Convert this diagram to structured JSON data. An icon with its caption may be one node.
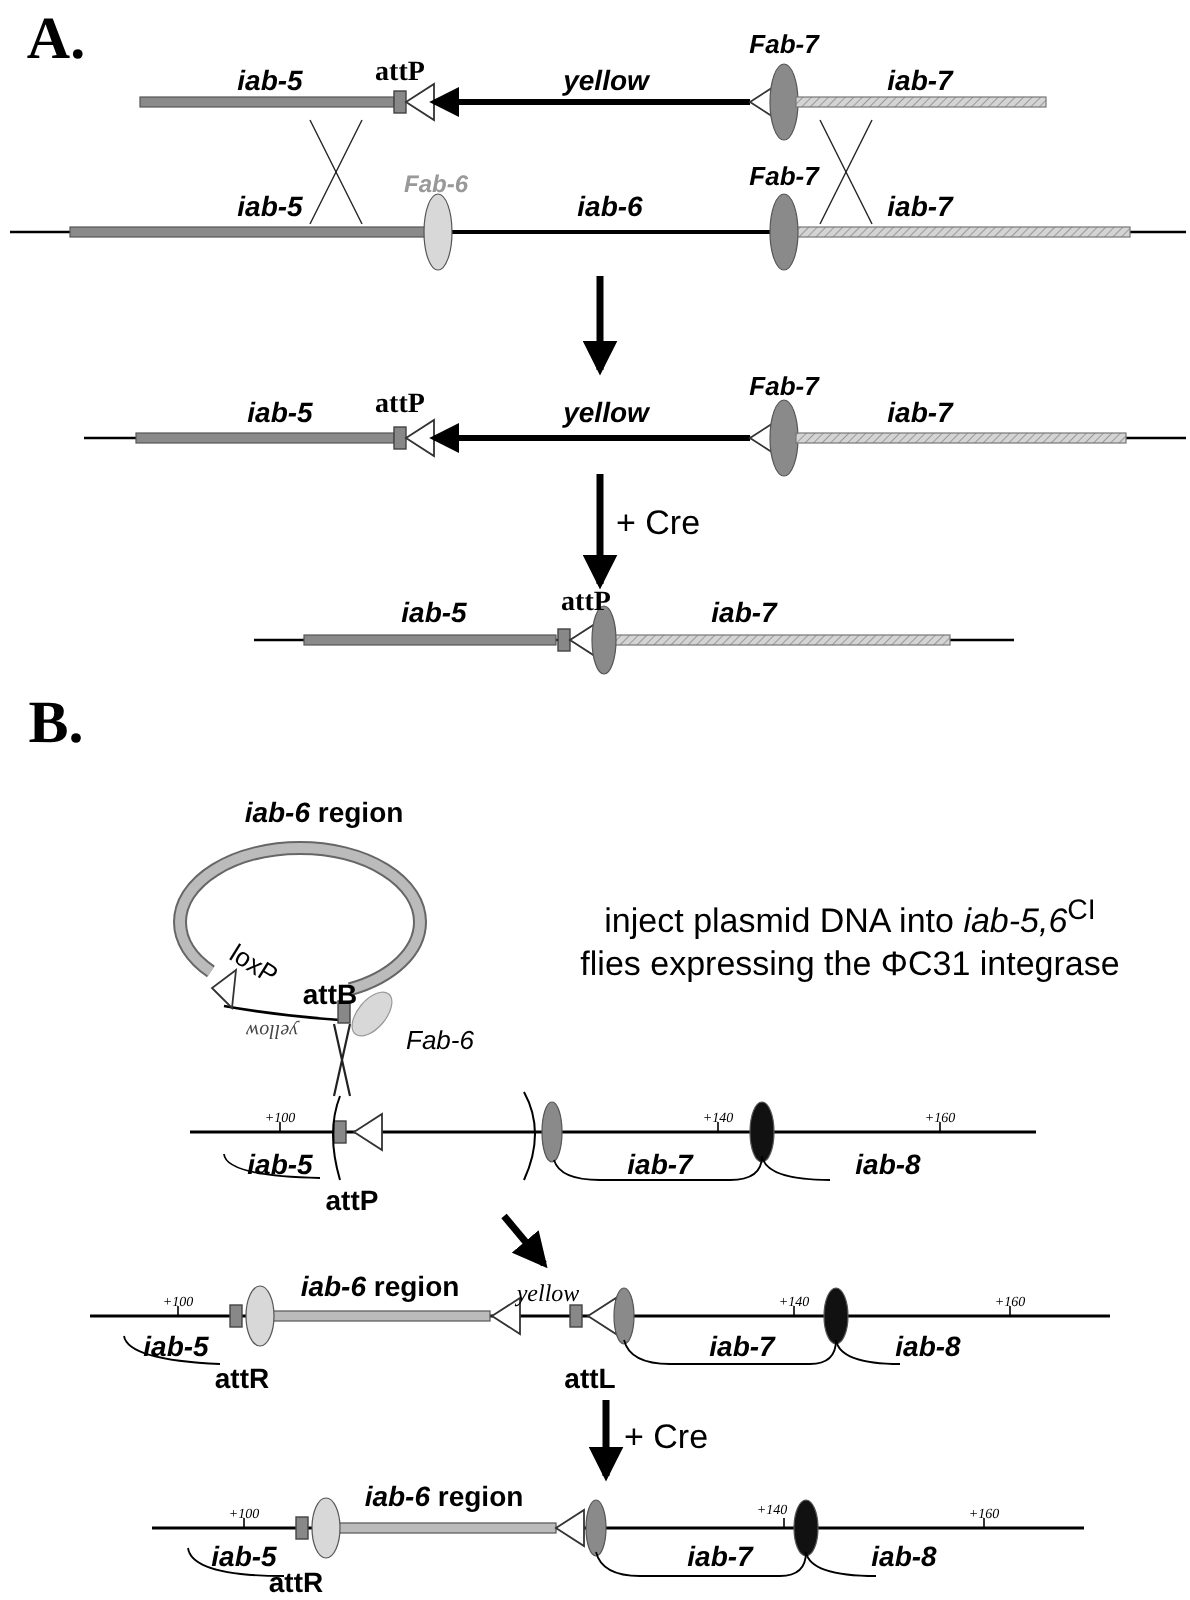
{
  "diagram": {
    "nodes": [
      {
        "text": [
          "iab-5",
          "attP",
          "yellow",
          "Fab-7",
          "iab-7"
        ]
      },
      {
        "text": [
          "Fab-6",
          "Fab-7",
          "iab-5",
          "iab-6",
          "iab-7"
        ]
      },
      {
        "text": [
          "Fab-7",
          "iab-5",
          "attP",
          "yellow",
          "iab-7"
        ]
      },
      {
        "text": [
          "iab-5",
          "attP",
          "iab-7"
        ]
      },
      {
        "text": [
          "*iab-6* region",
          "loxP",
          "attB",
          "yellow",
          "Fab-6"
        ]
      },
      {
        "text": [
          "+100",
          "+140",
          "+160",
          "iab-5",
          "iab-7",
          "iab-8",
          "attP"
        ]
      },
      {
        "text": [
          "+100",
          "*iab-6* region",
          "yellow",
          "+140",
          "+160",
          "iab-5",
          "iab-7",
          "iab-8",
          "attR",
          "attL"
        ]
      },
      {
        "text": [
          "*iab-6* region",
          "+100",
          "+140",
          "+160",
          "iab-5",
          "iab-7",
          "iab-8",
          "attR"
        ]
      }
    ],
    "edges": [
      {
        "from": 1,
        "to": 2,
        "arrow": "to"
      },
      {
        "from": 2,
        "to": 3,
        "arrow": "to",
        "label": "+ Cre"
      },
      {
        "from": 5,
        "to": 6,
        "arrow": "to"
      },
      {
        "from": 6,
        "to": 7,
        "arrow": "to",
        "label": "+ Cre"
      }
    ],
    "labels": [
      "A.",
      "B.",
      "inject plasmid DNA into *iab-5,6*$^{CI}$ flies expressing the ΦC31 integrase"
    ]
  }
}
